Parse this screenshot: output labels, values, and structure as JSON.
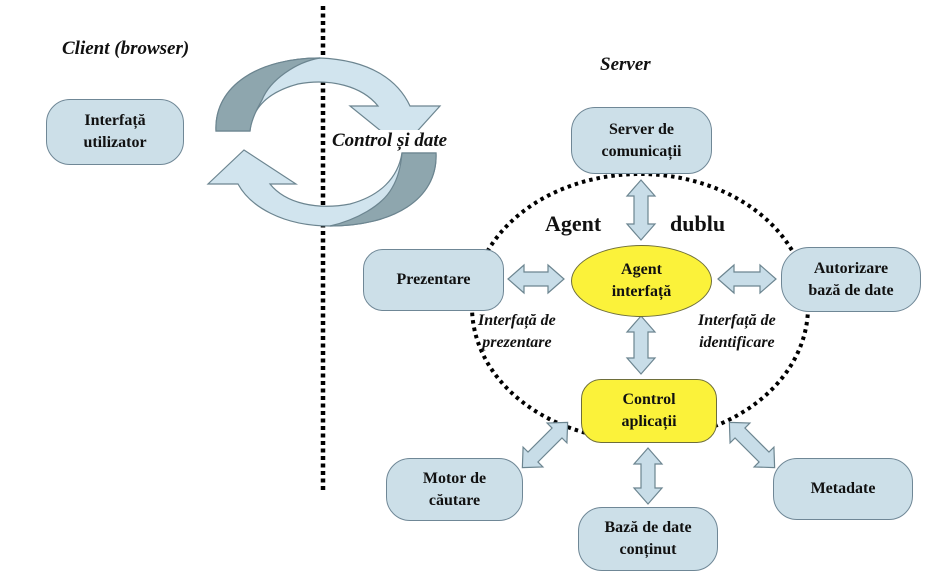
{
  "labels": {
    "client": "Client (browser)",
    "server": "Server",
    "control": "Control și date",
    "agent_word": "Agent",
    "dublu_word": "dublu",
    "iface_prez": "Interfață de\nprezentare",
    "iface_ident": "Interfață de\nidentificare"
  },
  "nodes": {
    "interfata_utilizator": "Interfață\nutilizator",
    "server_comunicatii": "Server de\ncomunicații",
    "prezentare": "Prezentare",
    "agent_interfata": "Agent\ninterfață",
    "autorizare": "Autorizare\nbază de date",
    "control_aplicatii": "Control\naplicații",
    "motor_cautare": "Motor de\ncăutare",
    "baza_date_continut": "Bază de date\nconținut",
    "metadate": "Metadate"
  },
  "colors": {
    "node_fill": "#ccdfe8",
    "node_border": "#6f8796",
    "agent_fill": "#fbf23a",
    "arrow_fill": "#c8dde8",
    "cycle_dark": "#8ea6ae",
    "cycle_light": "#d1e4ee",
    "dots": "#000000"
  }
}
